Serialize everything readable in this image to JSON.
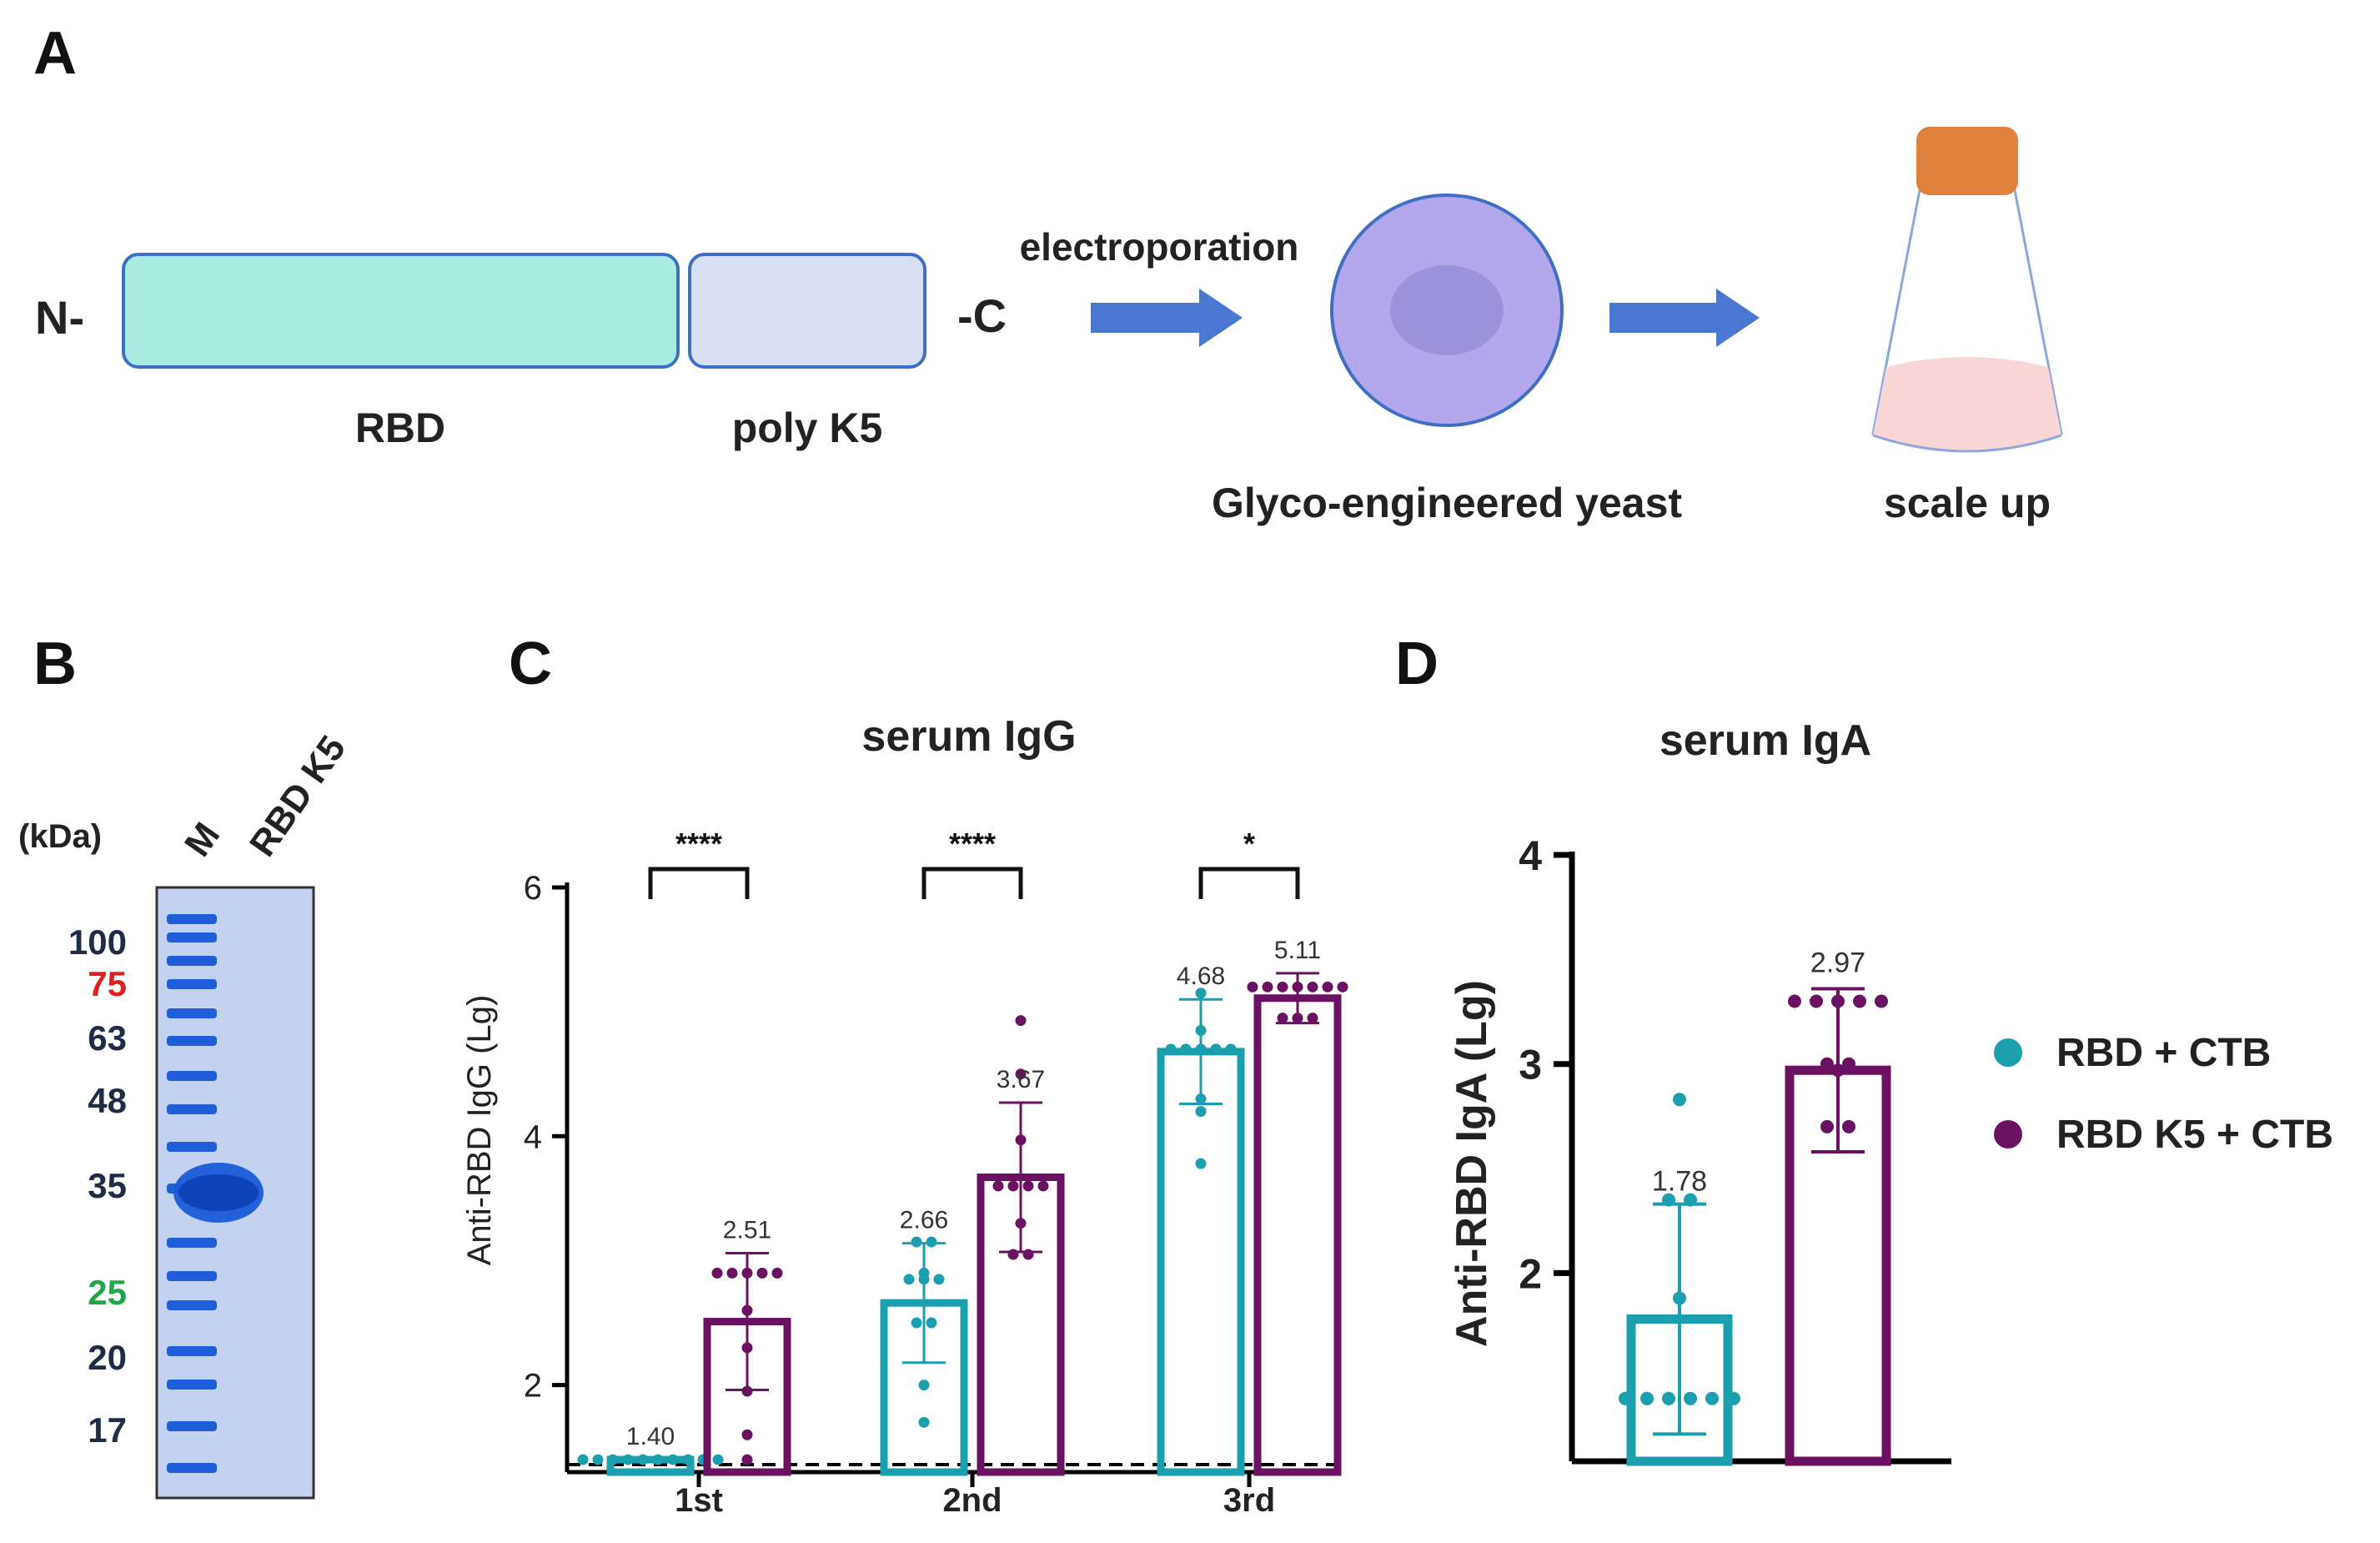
{
  "panels": {
    "a": "A",
    "b": "B",
    "c": "C",
    "d": "D"
  },
  "construct": {
    "n_term": "N-",
    "c_term": "-C",
    "rbd_label": "RBD",
    "polyk5_label": "poly K5",
    "step1_label": "electroporation",
    "yeast_label": "Glyco-engineered  yeast",
    "scale_label": "scale up"
  },
  "colors": {
    "rbd_block": "#a8ebe0",
    "polyk5_block": "#d8e0f6",
    "block_border": "#3f6fc4",
    "arrow": "#4a78d0",
    "cell": "#b3a8ec",
    "nucleus": "#9d93dc",
    "flask_cap": "#e0823e",
    "flask_liquid": "#f9d6d6",
    "teal": "#1b9eae",
    "purple": "#6b1162",
    "gel_bg": "#c4d2f1",
    "gel_band": "#1a5bd6",
    "marker_red": "#e02020",
    "marker_green": "#22a64a",
    "marker_dark": "#1e2c46"
  },
  "gel": {
    "unit_label": "(kDa)",
    "lane_labels": [
      "M",
      "RBD K5"
    ],
    "marker_values": [
      "100",
      "75",
      "63",
      "48",
      "35",
      "25",
      "20",
      "17"
    ],
    "marker_colors": [
      "#1e2c46",
      "#e02020",
      "#1e2c46",
      "#1e2c46",
      "#1e2c46",
      "#22a64a",
      "#1e2c46",
      "#1e2c46"
    ]
  },
  "chart_data": [
    {
      "type": "bar",
      "panel": "C",
      "title": "serum IgG",
      "ylabel": "Anti-RBD IgG (Lg)",
      "xlabel": "",
      "ylim": [
        1.3,
        6.0
      ],
      "yticks": [
        2,
        4,
        6
      ],
      "categories": [
        "1st",
        "2nd",
        "3rd"
      ],
      "detection_limit": 1.36,
      "series": [
        {
          "name": "RBD + CTB",
          "color": "#1b9eae",
          "values": [
            1.4,
            2.66,
            4.68
          ],
          "error": [
            0.0,
            0.48,
            0.42
          ],
          "value_labels": [
            "1.40",
            "2.66",
            "4.68"
          ],
          "points": [
            [
              1.4,
              1.4,
              1.4,
              1.4,
              1.4,
              1.4,
              1.4,
              1.4,
              1.4,
              1.4
            ],
            [
              3.15,
              3.15,
              2.9,
              2.85,
              2.85,
              2.85,
              2.5,
              2.5,
              2.0,
              1.7
            ],
            [
              5.15,
              4.85,
              4.7,
              4.7,
              4.7,
              4.7,
              4.7,
              4.3,
              4.2,
              3.78
            ]
          ]
        },
        {
          "name": "RBD K5 + CTB",
          "color": "#6b1162",
          "values": [
            2.51,
            3.67,
            5.11
          ],
          "error": [
            0.55,
            0.6,
            0.2
          ],
          "value_labels": [
            "2.51",
            "3.67",
            "5.11"
          ],
          "points": [
            [
              2.9,
              2.9,
              2.9,
              2.9,
              2.9,
              2.6,
              2.3,
              1.95,
              1.6,
              1.4
            ],
            [
              4.93,
              4.5,
              3.97,
              3.6,
              3.6,
              3.6,
              3.6,
              3.3,
              3.05,
              3.05
            ],
            [
              5.2,
              5.2,
              5.2,
              5.2,
              5.2,
              5.2,
              5.2,
              4.95,
              4.95,
              4.95
            ]
          ]
        }
      ],
      "significance": [
        "****",
        "****",
        "*"
      ]
    },
    {
      "type": "bar",
      "panel": "D",
      "title": "serum IgA",
      "ylabel": "Anti-RBD IgA (Lg)",
      "xlabel": "",
      "ylim": [
        1.1,
        4.0
      ],
      "yticks": [
        2,
        3,
        4
      ],
      "series": [
        {
          "name": "RBD + CTB",
          "color": "#1b9eae",
          "values": [
            1.78
          ],
          "error": [
            0.55
          ],
          "value_labels": [
            "1.78"
          ],
          "points": [
            [
              2.83,
              2.35,
              2.35,
              1.88,
              1.4,
              1.4,
              1.4,
              1.4,
              1.4,
              1.4
            ]
          ]
        },
        {
          "name": "RBD K5 + CTB",
          "color": "#6b1162",
          "values": [
            2.97
          ],
          "error": [
            0.39
          ],
          "value_labels": [
            "2.97"
          ],
          "points": [
            [
              3.3,
              3.3,
              3.3,
              3.3,
              3.3,
              3.0,
              3.0,
              2.97,
              2.7,
              2.7
            ]
          ]
        }
      ],
      "legend": {
        "position": "right",
        "entries": [
          "RBD + CTB",
          "RBD K5 + CTB"
        ]
      }
    }
  ]
}
